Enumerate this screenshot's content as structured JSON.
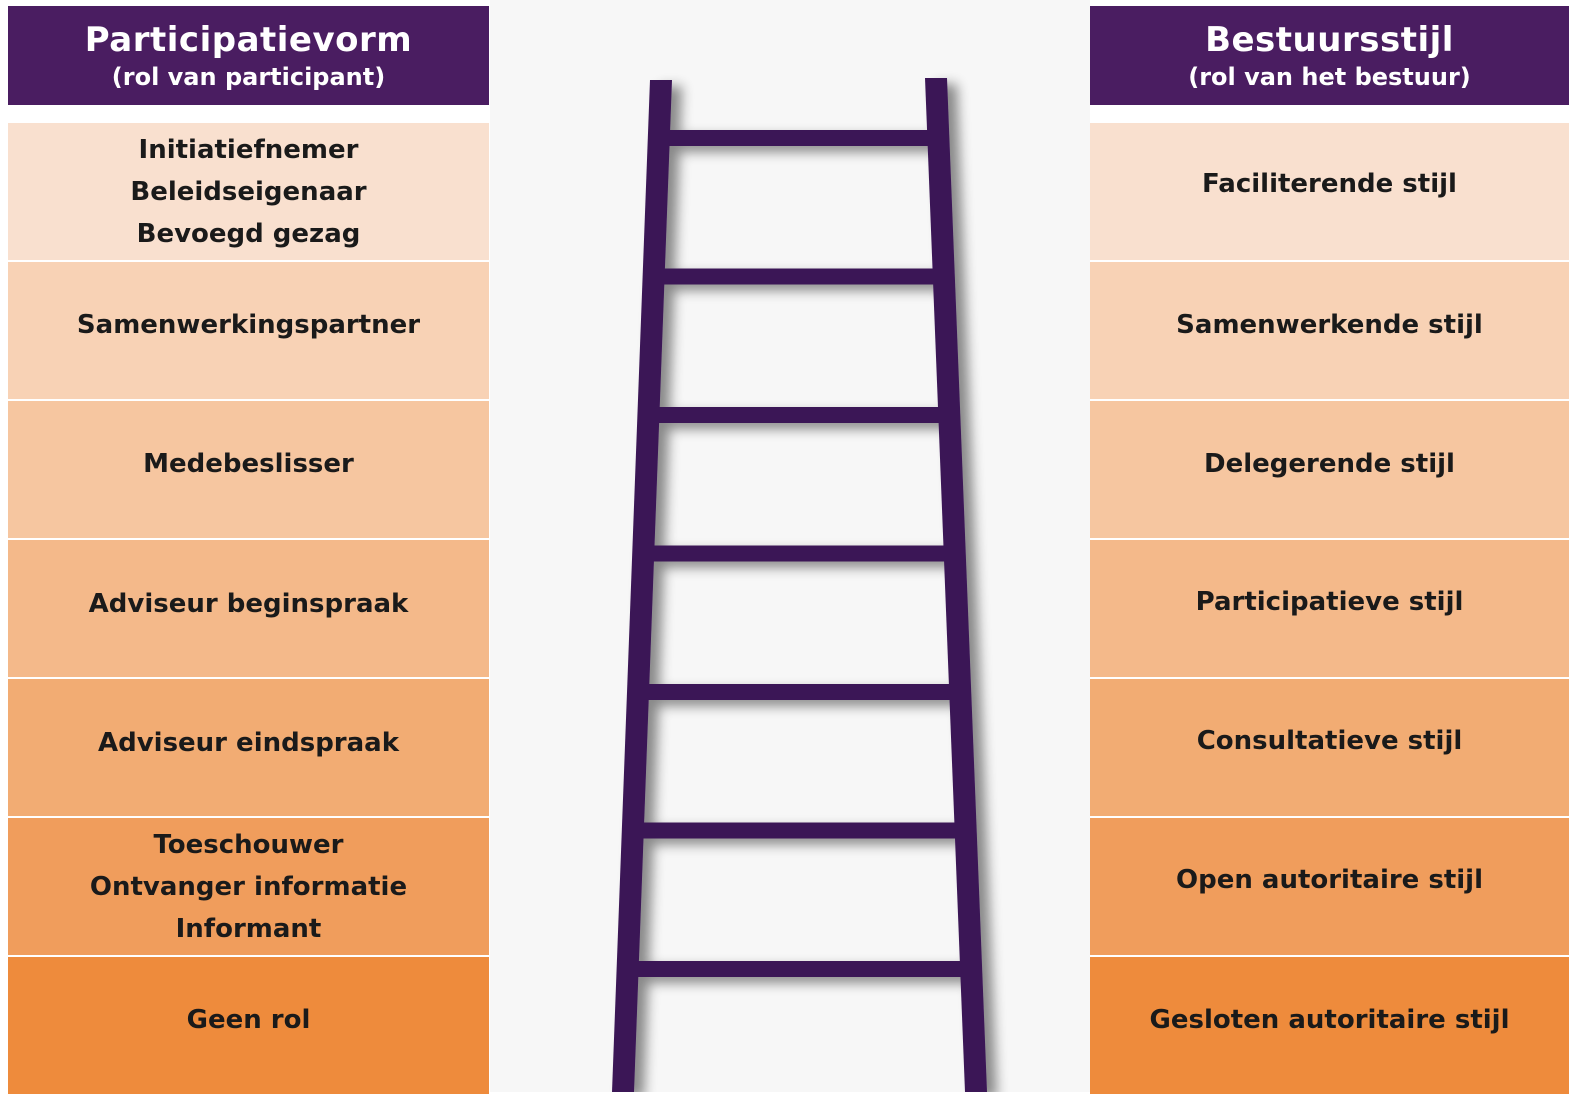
{
  "left_column": {
    "header_title": "Participatievorm",
    "header_subtitle": "(rol van participant)",
    "rows": [
      {
        "lines": [
          "Initiatiefnemer",
          "Beleidseigenaar",
          "Bevoegd gezag"
        ],
        "color": "#f9e0cf"
      },
      {
        "lines": [
          "Samenwerkingspartner",
          "",
          ""
        ],
        "color": "#f8d2b5"
      },
      {
        "lines": [
          "Medebeslisser",
          "",
          ""
        ],
        "color": "#f6c6a0"
      },
      {
        "lines": [
          "Adviseur beginspraak",
          "",
          ""
        ],
        "color": "#f4b98a"
      },
      {
        "lines": [
          "Adviseur eindspraak",
          "",
          ""
        ],
        "color": "#f2ac73"
      },
      {
        "lines": [
          "Toeschouwer",
          "Ontvanger informatie",
          "Informant"
        ],
        "color": "#f09d5c"
      },
      {
        "lines": [
          "Geen rol",
          "",
          ""
        ],
        "color": "#ee8b3c"
      }
    ]
  },
  "right_column": {
    "header_title": "Bestuursstijl",
    "header_subtitle": "(rol van het bestuur)",
    "rows": [
      {
        "lines": [
          "Faciliterende stijl"
        ],
        "color": "#f9e0cf"
      },
      {
        "lines": [
          "Samenwerkende stijl"
        ],
        "color": "#f8d2b5"
      },
      {
        "lines": [
          "Delegerende stijl"
        ],
        "color": "#f6c6a0"
      },
      {
        "lines": [
          "Participatieve stijl"
        ],
        "color": "#f4b98a"
      },
      {
        "lines": [
          "Consultatieve stijl"
        ],
        "color": "#f2ac73"
      },
      {
        "lines": [
          "Open autoritaire stijl"
        ],
        "color": "#f09d5c"
      },
      {
        "lines": [
          "Gesloten autoritaire stijl"
        ],
        "color": "#ee8b3c"
      }
    ]
  },
  "colors": {
    "header_bg": "#4a1d61",
    "ladder": "#3b1557",
    "text": "#1a1a1a"
  },
  "ladder": {
    "rungs": 7,
    "icon": "ladder-icon"
  }
}
